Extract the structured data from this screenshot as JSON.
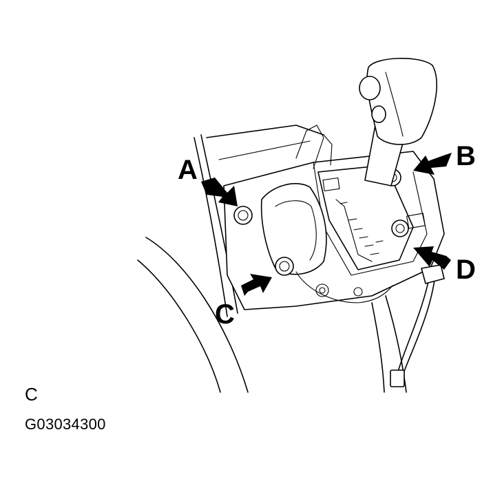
{
  "diagram": {
    "callouts": [
      {
        "id": "A",
        "label": "A"
      },
      {
        "id": "B",
        "label": "B"
      },
      {
        "id": "C",
        "label": "C"
      },
      {
        "id": "D",
        "label": "D"
      }
    ],
    "caption_letter": "C",
    "figure_code": "G03034300",
    "colors": {
      "ink": "#000000",
      "background": "#ffffff"
    }
  }
}
